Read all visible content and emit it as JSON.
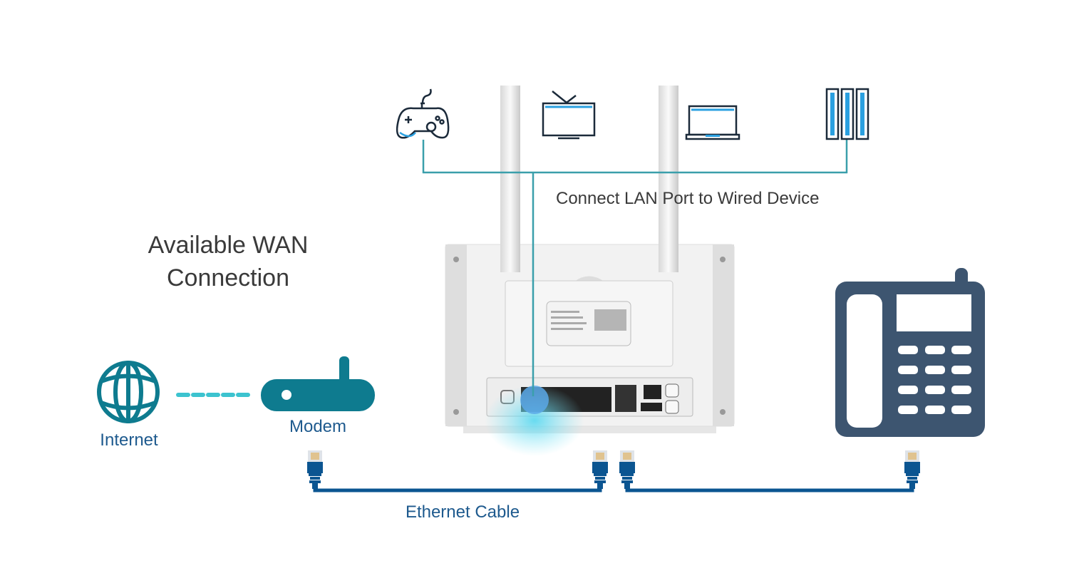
{
  "title": {
    "line1": "Available WAN",
    "line2": "Connection"
  },
  "lan_caption": "Connect LAN Port to Wired Device",
  "nodes": {
    "internet": {
      "label": "Internet",
      "icon": "globe-icon"
    },
    "modem": {
      "label": "Modem",
      "icon": "modem-icon"
    },
    "router": {
      "icon": "router-back-panel"
    },
    "phone": {
      "icon": "desk-phone-icon"
    }
  },
  "devices": [
    {
      "icon": "gamepad-icon"
    },
    {
      "icon": "tv-icon"
    },
    {
      "icon": "laptop-icon"
    },
    {
      "icon": "server-rack-icon"
    }
  ],
  "cable_label": "Ethernet Cable",
  "colors": {
    "teal": "#0e7b8f",
    "dash": "#3cc3cf",
    "lan_line": "#3a9fab",
    "label_blue": "#1e5a8e",
    "cable": "#0b5591",
    "phone": "#3d5570",
    "title_text": "#3a3a3a"
  }
}
